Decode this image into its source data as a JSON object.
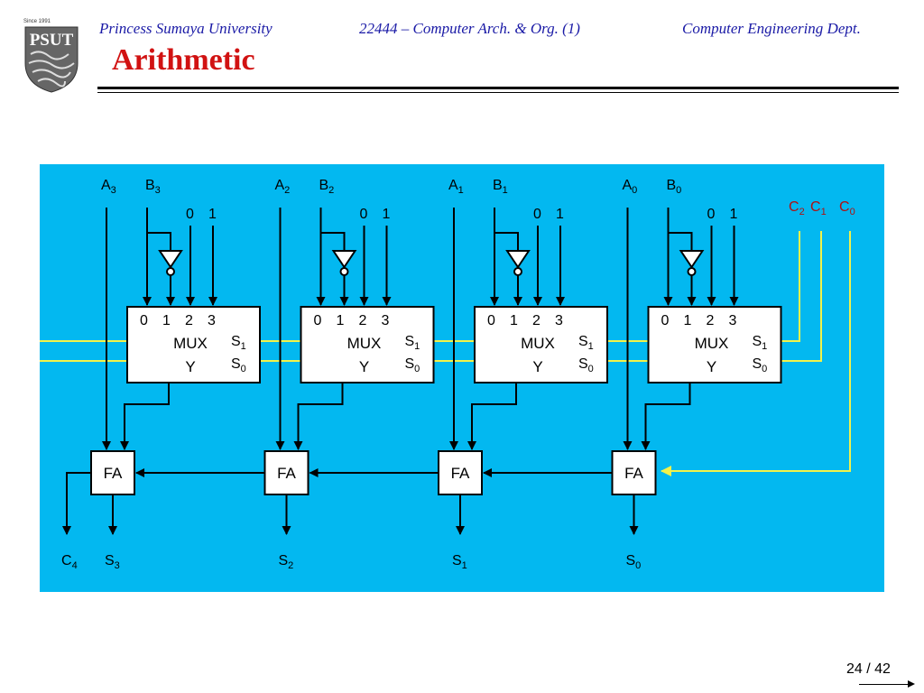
{
  "header": {
    "university": "Princess Sumaya University",
    "course": "22444 – Computer Arch. & Org. (1)",
    "dept": "Computer Engineering Dept."
  },
  "logo": {
    "since": "Since 1991",
    "mark": "PSUT"
  },
  "title": "Arithmetic",
  "pager": "24 / 42",
  "colors": {
    "panel": "#03b8f0",
    "select_wire": "#f2f24a",
    "title": "#d11212",
    "header": "#1a1aa6"
  },
  "diagram": {
    "mux_inputs": [
      "0",
      "1",
      "2",
      "3"
    ],
    "mux_label": "MUX",
    "mux_output": "Y",
    "select_labels": {
      "s1": {
        "base": "S",
        "sub": "1"
      },
      "s0": {
        "base": "S",
        "sub": "0"
      }
    },
    "const_inputs": [
      "0",
      "1"
    ],
    "adder_label": "FA",
    "control_inputs": [
      {
        "base": "C",
        "sub": "2"
      },
      {
        "base": "C",
        "sub": "1"
      },
      {
        "base": "C",
        "sub": "0"
      }
    ],
    "carry_out": {
      "base": "C",
      "sub": "4"
    },
    "stages": [
      {
        "a": {
          "base": "A",
          "sub": "3"
        },
        "b": {
          "base": "B",
          "sub": "3"
        },
        "s": {
          "base": "S",
          "sub": "3"
        }
      },
      {
        "a": {
          "base": "A",
          "sub": "2"
        },
        "b": {
          "base": "B",
          "sub": "2"
        },
        "s": {
          "base": "S",
          "sub": "2"
        }
      },
      {
        "a": {
          "base": "A",
          "sub": "1"
        },
        "b": {
          "base": "B",
          "sub": "1"
        },
        "s": {
          "base": "S",
          "sub": "1"
        }
      },
      {
        "a": {
          "base": "A",
          "sub": "0"
        },
        "b": {
          "base": "B",
          "sub": "0"
        },
        "s": {
          "base": "S",
          "sub": "0"
        }
      }
    ]
  }
}
